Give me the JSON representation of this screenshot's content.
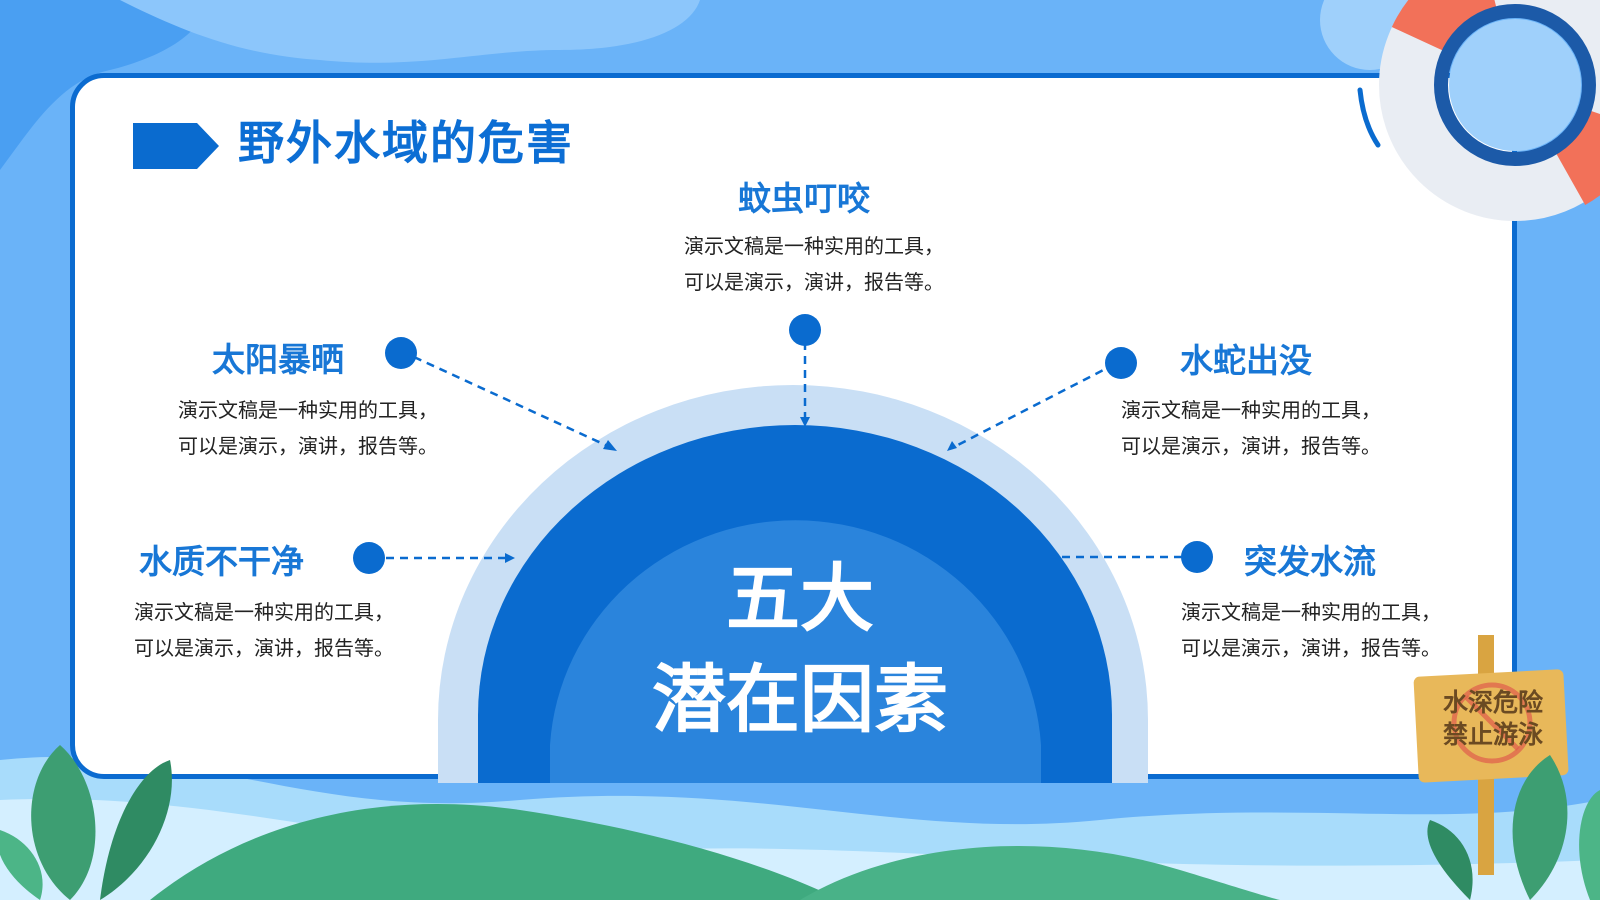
{
  "title": "野外水域的危害",
  "center": {
    "line1": "五大",
    "line2": "潜在因素"
  },
  "factors": [
    {
      "id": "sun",
      "heading": "太阳暴晒",
      "desc_line1": "演示文稿是一种实用的工具，",
      "desc_line2": "可以是演示，演讲，报告等。"
    },
    {
      "id": "insect",
      "heading": "蚊虫叮咬",
      "desc_line1": "演示文稿是一种实用的工具，",
      "desc_line2": "可以是演示，演讲，报告等。"
    },
    {
      "id": "snake",
      "heading": "水蛇出没",
      "desc_line1": "演示文稿是一种实用的工具，",
      "desc_line2": "可以是演示，演讲，报告等。"
    },
    {
      "id": "water",
      "heading": "水质不干净",
      "desc_line1": "演示文稿是一种实用的工具，",
      "desc_line2": "可以是演示，演讲，报告等。"
    },
    {
      "id": "current",
      "heading": "突发水流",
      "desc_line1": "演示文稿是一种实用的工具，",
      "desc_line2": "可以是演示，演讲，报告等。"
    }
  ],
  "sign": {
    "line1": "水深危险",
    "line2": "禁止游泳"
  },
  "colors": {
    "primary": "#0a6bcf",
    "heading": "#1877d6",
    "arch_light": "#c9dff5",
    "arch_mid": "#2a84dc",
    "bg": "#6ab3f8"
  }
}
